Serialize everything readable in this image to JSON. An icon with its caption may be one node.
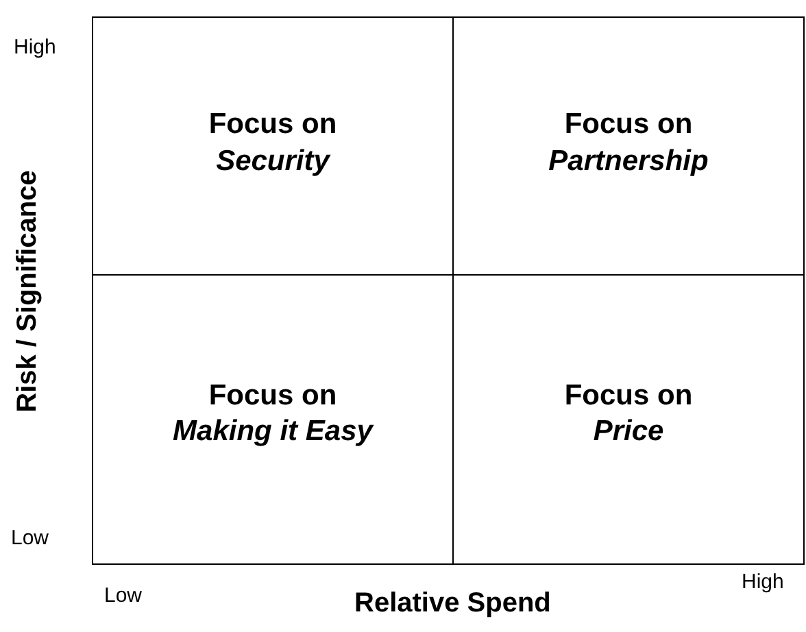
{
  "diagram": {
    "nodes": [
      {
        "text": [
          "Focus on *Security*"
        ]
      },
      {
        "text": [
          "Focus on *Partnership*"
        ]
      },
      {
        "text": [
          "Focus on *Making it Easy*"
        ]
      },
      {
        "text": [
          "Focus on *Price*"
        ]
      }
    ],
    "labels": [
      "High",
      "Risk / Significance",
      "Low",
      "Low",
      "Relative Spend",
      "High"
    ]
  }
}
